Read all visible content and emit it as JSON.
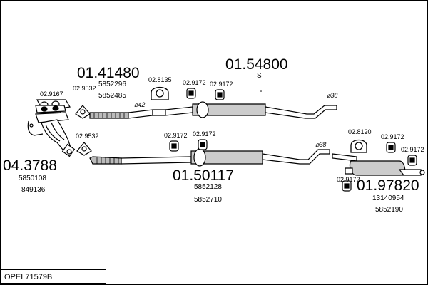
{
  "diagram": {
    "code": "OPEL71579B",
    "assemblies": {
      "front_pipe_upper": {
        "number": "01.41480",
        "refs": [
          "5852296",
          "5852485"
        ]
      },
      "mid_silencer_upper": {
        "number": "01.54800",
        "note": "S"
      },
      "manifold": {
        "number": "04.3788",
        "refs": [
          "5850108",
          "849136"
        ]
      },
      "mid_silencer_lower": {
        "number": "01.50117",
        "refs": [
          "5852128",
          "5852710"
        ]
      },
      "rear_silencer": {
        "number": "01.97820",
        "refs": [
          "13140954",
          "5852190"
        ]
      }
    },
    "parts": {
      "gasket_manifold": "02.9167",
      "gasket_upper_flange": "02.9532",
      "gasket_lower_flange": "02.9532",
      "clamp_upper": "02.8135",
      "hanger_upper_1": "02.9172",
      "hanger_upper_2": "02.9172",
      "hanger_lower_1": "02.9172",
      "hanger_lower_2": "02.9172",
      "clamp_rear": "02.8120",
      "hanger_rear_1": "02.9172",
      "hanger_rear_2": "02.9172",
      "hanger_rear_3": "02.9172"
    },
    "diameters": {
      "upper_pipe_42": "⌀42",
      "upper_tail_38": "⌀38",
      "lower_tail_38": "⌀38"
    }
  }
}
